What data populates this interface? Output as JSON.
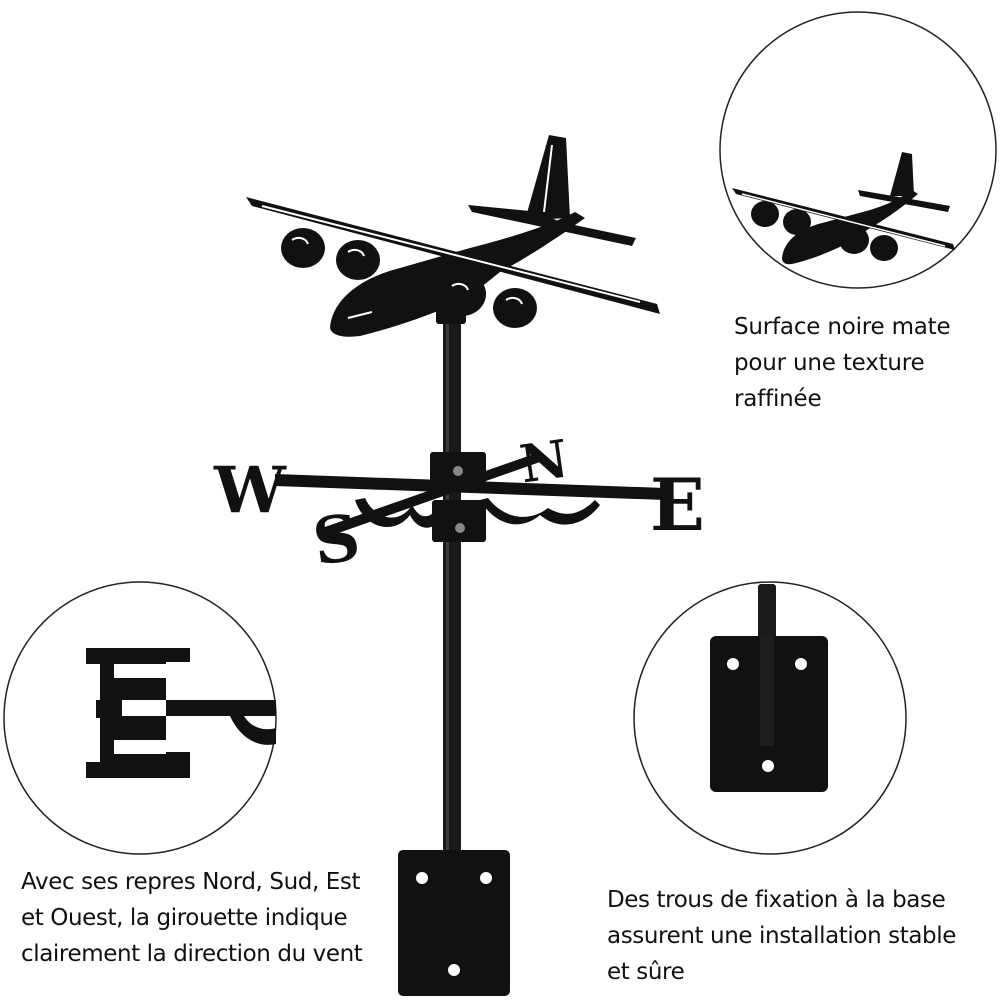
{
  "captions": {
    "surface": [
      "Surface noire mate",
      "pour une texture",
      "raffinée"
    ],
    "compass": [
      "Avec ses repres Nord, Sud, Est",
      "et Ouest, la girouette indique",
      "clairement la direction du vent"
    ],
    "holes": [
      "Des trous de fixation à la base",
      "assurent une installation stable",
      "et sûre"
    ]
  },
  "compass_letters": {
    "west": "W",
    "east": "E",
    "south": "S",
    "north": "N",
    "detail_east": "E"
  },
  "colors": {
    "product_black": "#111111",
    "background": "#ffffff",
    "circle_outline": "#222222",
    "hole_white": "#ffffff"
  }
}
